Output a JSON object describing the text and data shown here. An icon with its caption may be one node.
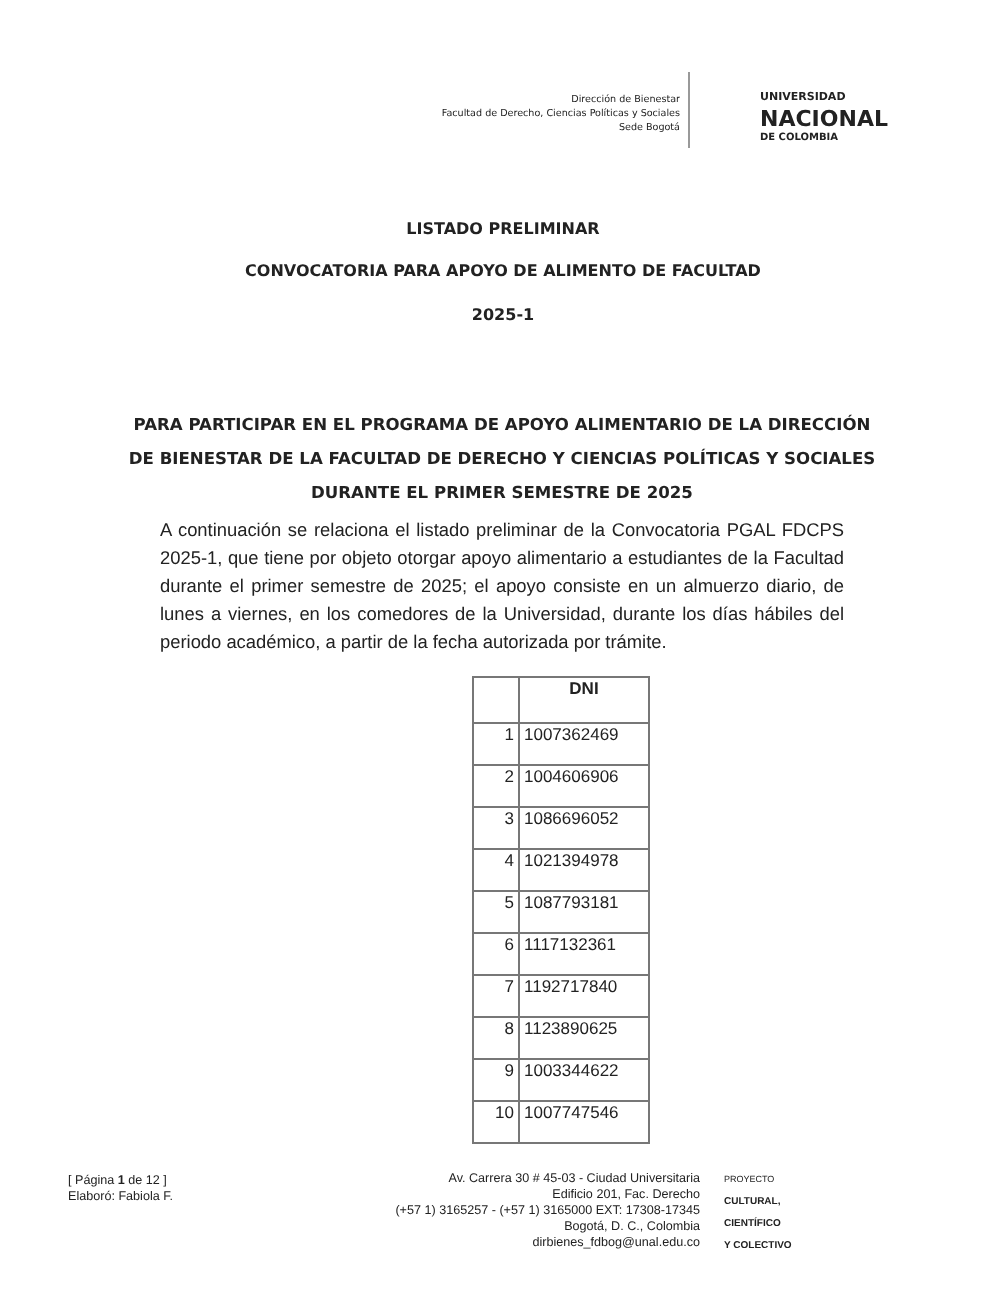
{
  "diagram": {
    "labels": [
      "Dirección de Bienestar",
      "Facultad de Derecho, Ciencias Políticas y Sociales",
      "Sede Bogotá",
      "UNIVERSIDAD",
      "NACIONAL",
      "DE COLOMBIA",
      "LISTADO PRELIMINAR",
      "CONVOCATORIA PARA APOYO DE ALIMENTO DE FACULTAD",
      "2025-1",
      "PARA PARTICIPAR EN EL PROGRAMA DE APOYO ALIMENTARIO DE LA DIRECCIÓN DE BIENESTAR DE LA FACULTAD DE DERECHO Y CIENCIAS POLÍTICAS Y SOCIALES DURANTE EL PRIMER SEMESTRE DE 2025",
      "A continuación se relaciona el listado preliminar de la Convocatoria PGAL FDCPS 2025-1, que tiene por objeto otorgar apoyo alimentario a estudiantes de la Facultad durante el primer semestre de 2025; el apoyo consiste en un almuerzo diario, de lunes a viernes, en los comedores de la Universidad, durante los días hábiles del periodo académico, a partir de la fecha autorizada por trámite.",
      "DNI",
      "1",
      "1007362469",
      "2",
      "1004606906",
      "3",
      "1086696052",
      "4",
      "1021394978",
      "5",
      "1087793181",
      "6",
      "1117132361",
      "7",
      "1192717840",
      "8",
      "1123890625",
      "9",
      "1003344622",
      "10",
      "1007747546",
      "[ Página **1** de 12 ]",
      "Elaboró: Fabiola F.",
      "Av. Carrera 30 # 45-03 - Ciudad Universitaria",
      "Edificio 201, Fac. Derecho",
      "(+57 1) 3165257 - (+57 1) 3165000 EXT: 17308-17345",
      "Bogotá, D. C., Colombia",
      "dirbienes_fdbog@unal.edu.co",
      "PROYECTO",
      "CULTURAL,",
      "CIENTÍFICO",
      "Y COLECTIVO"
    ]
  }
}
